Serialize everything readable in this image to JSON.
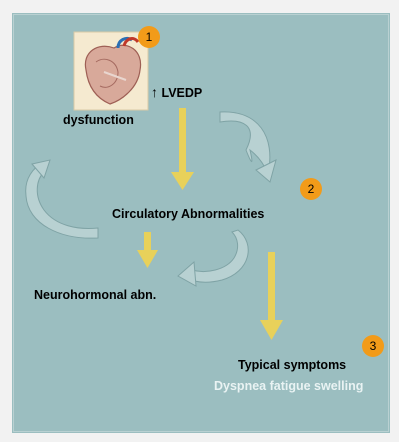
{
  "diagram": {
    "labels": {
      "lvedp": "LVEDP",
      "lvedp_arrow": "↑",
      "dysfunction": "dysfunction",
      "circulatory": "Circulatory Abnormalities",
      "neurohormonal": "Neurohormonal abn.",
      "symptoms": "Typical symptoms",
      "symptoms_detail": "Dyspnea fatigue swelling"
    },
    "badges": [
      "1",
      "2",
      "3"
    ],
    "colors": {
      "panel": "#9bbec0",
      "badge": "#f29b19",
      "arrow_yellow": "#e8d15a",
      "curved_arrow": "#a9c6c7",
      "detail_text": "#e9f3f3"
    },
    "icons": {
      "heart": "heart-anatomy-icon"
    }
  }
}
